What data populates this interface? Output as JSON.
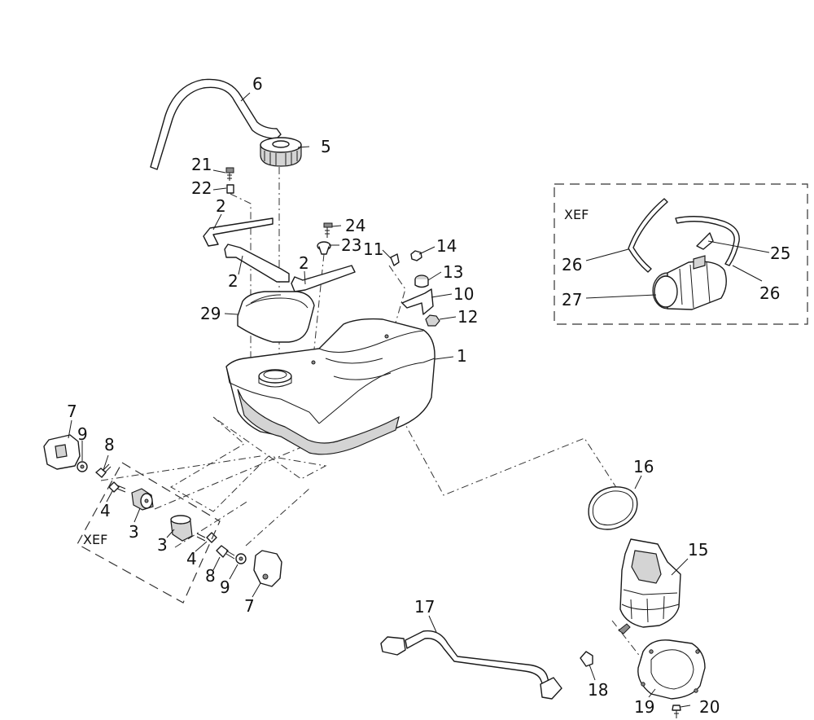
{
  "callouts": {
    "c1": "1",
    "c2a": "2",
    "c2b": "2",
    "c2c": "2",
    "c3a": "3",
    "c3b": "3",
    "c4a": "4",
    "c4b": "4",
    "c5": "5",
    "c6": "6",
    "c7a": "7",
    "c7b": "7",
    "c8a": "8",
    "c8b": "8",
    "c9a": "9",
    "c9b": "9",
    "c10": "10",
    "c11": "11",
    "c12": "12",
    "c13": "13",
    "c14": "14",
    "c15": "15",
    "c16": "16",
    "c17": "17",
    "c18": "18",
    "c19": "19",
    "c20": "20",
    "c21": "21",
    "c22": "22",
    "c23": "23",
    "c24": "24",
    "c25": "25",
    "c26a": "26",
    "c26b": "26",
    "c27": "27",
    "c29": "29"
  },
  "variants": {
    "box_label": "XEF",
    "bracket_label": "XEF"
  },
  "colors": {
    "line": "#1a1a1a",
    "background": "#ffffff"
  }
}
